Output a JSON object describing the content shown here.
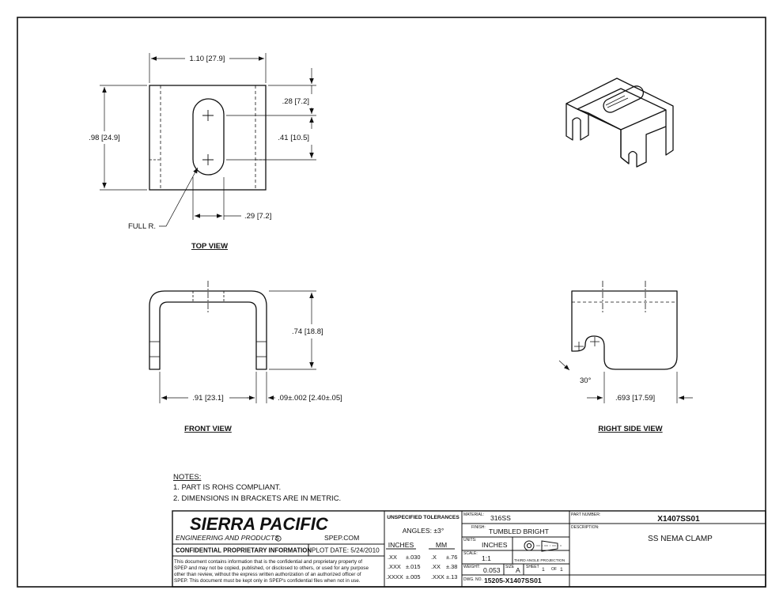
{
  "top_view": {
    "title": "TOP VIEW",
    "dim_width": "1.10 [27.9]",
    "dim_height": ".98 [24.9]",
    "dim_slot_offset": ".28 [7.2]",
    "dim_slot_length": ".41 [10.5]",
    "dim_slot_width": ".29 [7.2]",
    "note_full_r": "FULL R."
  },
  "front_view": {
    "title": "FRONT VIEW",
    "dim_height": ".74 [18.8]",
    "dim_inner": ".91 [23.1]",
    "dim_thickness": ".09±.002 [2.40±.05]"
  },
  "right_side_view": {
    "title": "RIGHT SIDE VIEW",
    "dim_angle": "30°",
    "dim_depth": ".693 [17.59]"
  },
  "notes": {
    "heading": "NOTES:",
    "items": [
      "1.  PART IS ROHS COMPLIANT.",
      "2.  DIMENSIONS IN BRACKETS ARE IN METRIC."
    ]
  },
  "title_block": {
    "company_name": "SIERRA PACIFIC",
    "company_sub": "ENGINEERING AND PRODUCTS",
    "website": "SPEP.COM",
    "confidential_heading": "CONFIDENTIAL PROPRIETARY INFORMATION",
    "plot_date": "PLOT DATE: 5/24/2010",
    "confidential_lines": [
      "This document contains information that is the confidential and proprietary property of",
      "SPEP and may not be copied, published, or disclosed to others, or used for any purpose",
      "other than review, without the express written authorization of an authorized officer of",
      "SPEP. This document must be kept only in SPEP's confidential files when not in use."
    ],
    "tolerances_heading": "UNSPECIFIED TOLERANCES",
    "angles": "ANGLES: ±3°",
    "inches_heading": "INCHES",
    "mm_heading": "MM",
    "tol_rows": [
      {
        "in_label": ".XX",
        "in_val": "±.030",
        "mm_label": ".X",
        "mm_val": "±.76"
      },
      {
        "in_label": ".XXX",
        "in_val": "±.015",
        "mm_label": ".XX",
        "mm_val": "±.38"
      },
      {
        "in_label": ".XXXX",
        "in_val": "±.005",
        "mm_label": ".XXX",
        "mm_val": "±.13"
      }
    ],
    "material_label": "MATERIAL:",
    "material": "316SS",
    "finish_label": "FINISH:",
    "finish": "TUMBLED BRIGHT",
    "units_label": "UNITS:",
    "units": "INCHES",
    "scale_label": "SCALE:",
    "scale": "1:1",
    "projection": "THIRD ANGLE PROJECTION",
    "weight_label": "WEIGHT:",
    "weight": "0.053",
    "size_label": "SIZE",
    "size": "A",
    "sheet_label": "SHEET",
    "sheet_num": "1",
    "sheet_of": "OF",
    "sheet_total": "1",
    "dwg_label": "DWG. NO.",
    "dwg_no": "15205-X1407SS01",
    "part_number_label": "PART NUMBER:",
    "part_number": "X1407SS01",
    "description_label": "DESCRIPTION:",
    "description": "SS NEMA CLAMP"
  }
}
